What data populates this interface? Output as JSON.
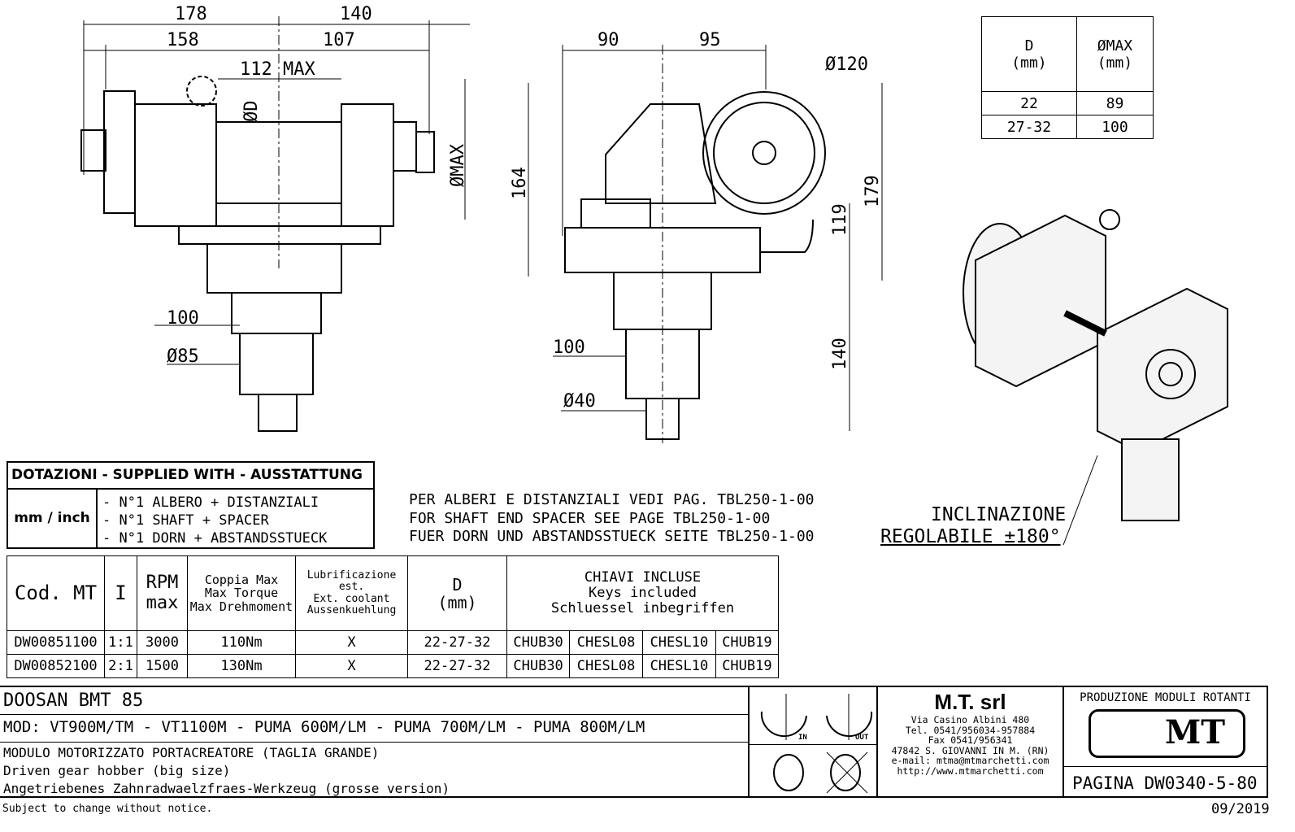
{
  "left_view": {
    "dims": {
      "d178": "178",
      "d140": "140",
      "d158": "158",
      "d107": "107",
      "d112": "112 MAX",
      "dD": "ØD",
      "dmax": "ØMAX",
      "d100": "100",
      "d85": "Ø85"
    }
  },
  "mid_view": {
    "dims": {
      "d90": "90",
      "d95": "95",
      "d120": "Ø120",
      "d164": "164",
      "d179": "179",
      "d119": "119",
      "d140": "140",
      "d100": "100",
      "d40": "Ø40"
    }
  },
  "dmax_table": {
    "headers": [
      [
        "D",
        "(mm)"
      ],
      [
        "ØMAX",
        "(mm)"
      ]
    ],
    "rows": [
      [
        "22",
        "89"
      ],
      [
        "27-32",
        "100"
      ]
    ]
  },
  "iso_note": {
    "line1": "INCLINAZIONE",
    "line2": "REGOLABILE ±180°"
  },
  "supplied": {
    "title": "DOTAZIONI - SUPPLIED WITH - AUSSTATTUNG",
    "unit": "mm / inch",
    "items": [
      "- N°1 ALBERO + DISTANZIALI",
      "- N°1 SHAFT + SPACER",
      "- N°1 DORN + ABSTANDSSTUECK"
    ]
  },
  "notes": [
    "PER ALBERI E DISTANZIALI VEDI PAG. TBL250-1-00",
    "FOR SHAFT END SPACER SEE PAGE TBL250-1-00",
    "FUER DORN UND ABSTANDSSTUECK SEITE TBL250-1-00"
  ],
  "spec_table": {
    "headers": {
      "cod": "Cod. MT",
      "i": "I",
      "rpm": [
        "RPM",
        "max"
      ],
      "torque": [
        "Coppia Max",
        "Max Torque",
        "Max Drehmoment"
      ],
      "coolant": [
        "Lubrificazione est.",
        "Ext. coolant",
        "Aussenkuehlung"
      ],
      "d": [
        "D",
        "(mm)"
      ],
      "keys": [
        "CHIAVI INCLUSE",
        "Keys included",
        "Schluessel inbegriffen"
      ]
    },
    "rows": [
      [
        "DW00851100",
        "1:1",
        "3000",
        "110Nm",
        "X",
        "22-27-32",
        "CHUB30",
        "CHESL08",
        "CHESL10",
        "CHUB19"
      ],
      [
        "DW00852100",
        "2:1",
        "1500",
        "130Nm",
        "X",
        "22-27-32",
        "CHUB30",
        "CHESL08",
        "CHESL10",
        "CHUB19"
      ]
    ]
  },
  "title_block": {
    "machine": "DOOSAN  BMT 85",
    "models": "MOD: VT900M/TM - VT1100M - PUMA 600M/LM - PUMA 700M/LM - PUMA 800M/LM",
    "desc": [
      "MODULO MOTORIZZATO PORTACREATORE (TAGLIA GRANDE)",
      "Driven gear hobber (big size)",
      "Angetriebenes Zahnradwaelzfraes-Werkzeug (grosse version)"
    ],
    "rot_in": "IN",
    "rot_out": "OUT",
    "company": {
      "name": "M.T. srl",
      "lines": [
        "Via Casino Albini 480",
        "Tel. 0541/956034-957884",
        "Fax 0541/956341",
        "47842 S. GIOVANNI IN M. (RN)",
        "e-mail: mtma@mtmarchetti.com",
        "http://www.mtmarchetti.com"
      ]
    },
    "production": "PRODUZIONE MODULI ROTANTI",
    "logo": "MT",
    "page": "PAGINA DW0340-5-80"
  },
  "footer": {
    "disclaimer": "Subject to change without notice.",
    "date": "09/2019"
  }
}
